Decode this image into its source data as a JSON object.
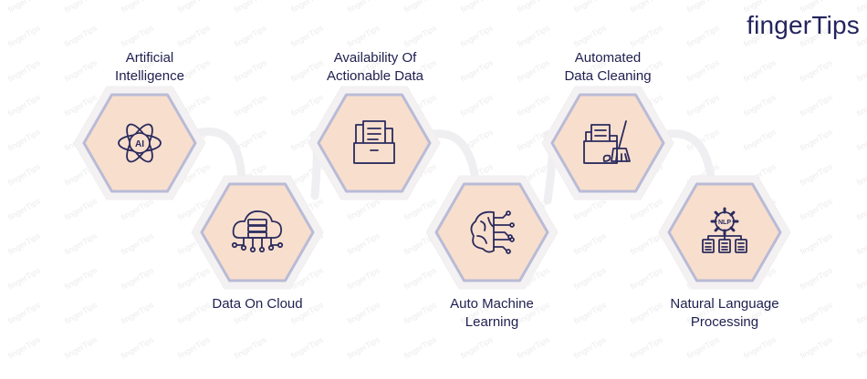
{
  "brand": {
    "name": "fingerTips",
    "watermark_text": "fingerTips"
  },
  "colors": {
    "hex_fill": "#f8dfcd",
    "hex_ring": "#f4f1f3",
    "hex_outline": "#b9bbd6",
    "connector": "#efeff2",
    "icon": "#2b2b5e",
    "text": "#1f1f4f",
    "watermark": "#ececec"
  },
  "steps": [
    {
      "id": "ai",
      "lines": [
        "Artificial",
        "Intelligence"
      ],
      "icon": "ai-atom-icon"
    },
    {
      "id": "cloud",
      "lines": [
        "Data On Cloud"
      ],
      "icon": "cloud-server-icon"
    },
    {
      "id": "actionable",
      "lines": [
        "Availability Of",
        "Actionable Data"
      ],
      "icon": "folder-documents-icon"
    },
    {
      "id": "automl",
      "lines": [
        "Auto Machine",
        "Learning"
      ],
      "icon": "brain-circuit-icon"
    },
    {
      "id": "cleaning",
      "lines": [
        "Automated",
        "Data Cleaning"
      ],
      "icon": "folder-broom-icon"
    },
    {
      "id": "nlp",
      "lines": [
        "Natural Language",
        "Processing"
      ],
      "icon": "nlp-gear-icon"
    }
  ]
}
